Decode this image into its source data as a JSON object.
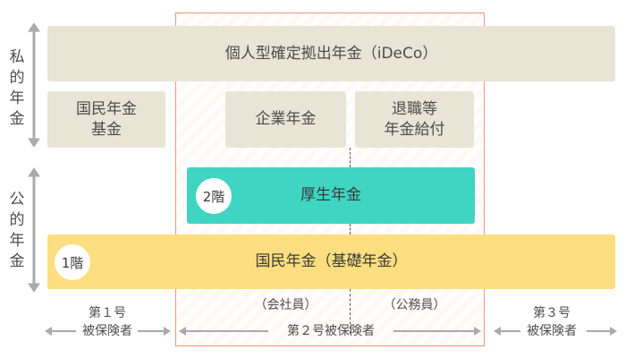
{
  "side_labels": {
    "private": "私的年金",
    "public": "公的年金"
  },
  "boxes": {
    "ideco": "個人型確定拠出年金（iDeCo）",
    "kokumin_kikin": [
      "国民年金",
      "基金"
    ],
    "kigyo_nenkin": "企業年金",
    "taishoku": [
      "退職等",
      "年金給付"
    ],
    "kosei_nenkin": "厚生年金",
    "kokumin_nenkin": "国民年金（基礎年金）"
  },
  "floors": {
    "floor2": "2階",
    "floor1": "1階"
  },
  "sub_labels": {
    "company_employee": "（会社員）",
    "civil_servant": "（公務員）"
  },
  "insured": {
    "no1": [
      "第１号",
      "被保険者"
    ],
    "no2": "第２号被保険者",
    "no3": [
      "第３号",
      "被保険者"
    ]
  },
  "colors": {
    "beige": "#e8e4d6",
    "teal": "#3fd5c2",
    "yellow": "#fbde7f",
    "highlight_border": "#f3957c",
    "arrow": "#aaaaaa"
  }
}
